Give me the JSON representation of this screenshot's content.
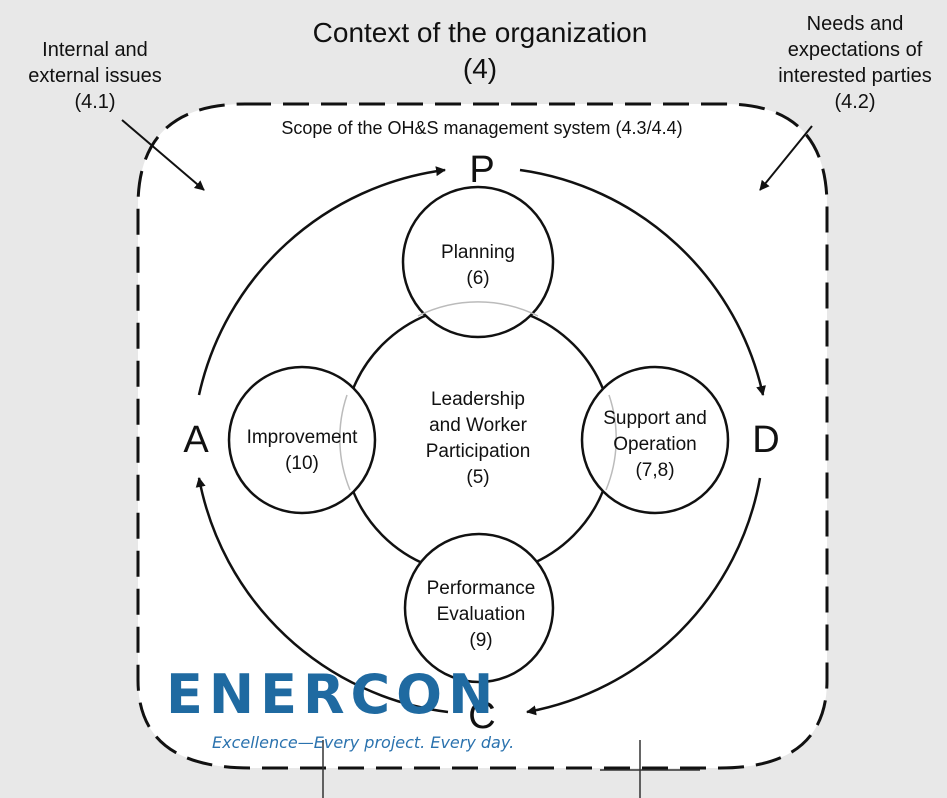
{
  "title": {
    "line1": "Context of the organization",
    "line2": "(4)"
  },
  "left_issue": {
    "line1": "Internal and",
    "line2": "external issues",
    "line3": "(4.1)"
  },
  "right_issue": {
    "line1": "Needs and",
    "line2": "expectations of",
    "line3": "interested parties",
    "line4": "(4.2)"
  },
  "scope_label": "Scope of the OH&S management system (4.3/4.4)",
  "pdca": {
    "p": "P",
    "d": "D",
    "c": "C",
    "a": "A"
  },
  "center": {
    "line1": "Leadership",
    "line2": "and Worker",
    "line3": "Participation",
    "line4": "(5)"
  },
  "planning": {
    "line1": "Planning",
    "line2": "(6)"
  },
  "support": {
    "line1": "Support and",
    "line2": "Operation",
    "line3": "(7,8)"
  },
  "performance": {
    "line1": "Performance",
    "line2": "Evaluation",
    "line3": "(9)"
  },
  "improvement": {
    "line1": "Improvement",
    "line2": "(10)"
  },
  "logo": {
    "word": "ENERCON",
    "tagline": "Excellence—Every project. Every day."
  },
  "colors": {
    "logo_blue": "#1f6aa1",
    "background_band": "#e8e8e8",
    "line": "#111111"
  }
}
